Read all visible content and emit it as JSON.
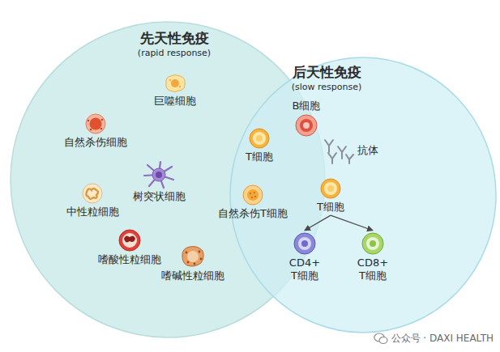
{
  "diagram": {
    "nodes": [
      {
        "text": [
          "先天性免疫",
          "(rapid response)"
        ]
      },
      {
        "text": [
          "后天性免疫",
          "(slow response)"
        ]
      },
      {
        "text": [
          "巨噬细胞"
        ],
        "in": 0
      },
      {
        "text": [
          "自然杀伤细胞"
        ],
        "in": 0
      },
      {
        "text": [
          "树突状细胞"
        ],
        "in": 0
      },
      {
        "text": [
          "中性粒细胞"
        ],
        "in": 0
      },
      {
        "text": [
          "嗜酸性粒细胞"
        ],
        "in": 0
      },
      {
        "text": [
          "嗜碱性粒细胞"
        ],
        "in": 0
      },
      {
        "text": [
          "T细胞"
        ]
      },
      {
        "text": [
          "自然杀伤T细胞"
        ]
      },
      {
        "text": [
          "B细胞"
        ],
        "in": 1
      },
      {
        "text": [
          "抗体"
        ],
        "in": 1
      },
      {
        "text": [
          "T细胞"
        ],
        "in": 1
      },
      {
        "text": [
          "CD4+ T细胞"
        ],
        "in": 1
      },
      {
        "text": [
          "CD8+ T细胞"
        ],
        "in": 1
      }
    ],
    "edges": [
      {
        "from": 12,
        "to": 13,
        "arrow": "to"
      },
      {
        "from": 12,
        "to": 14,
        "arrow": "to"
      }
    ],
    "labels": [
      "公众号 · DAXI HEALTH"
    ]
  }
}
